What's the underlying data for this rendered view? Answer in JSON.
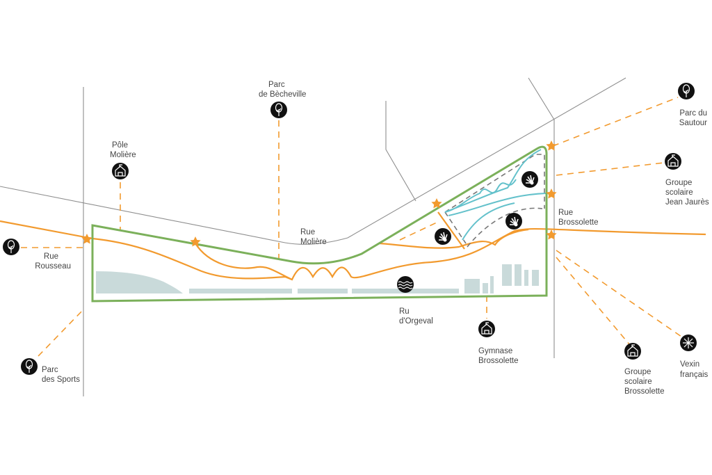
{
  "colors": {
    "orange": "#F29A2E",
    "green": "#7BB05A",
    "teal": "#63C1CB",
    "road": "#8e8e8e",
    "water_band": "#C9DADA"
  },
  "labels": {
    "parc_becheville": [
      "Parc",
      "de Bècheville"
    ],
    "pole_moliere": [
      "Pôle",
      "Molière"
    ],
    "parc_sautour": [
      "Parc du",
      "Sautour"
    ],
    "gs_jean_jaures": [
      "Groupe",
      "scolaire",
      "Jean Jaurès"
    ],
    "rue_brossolette": [
      "Rue",
      "Brossolette"
    ],
    "rue_rousseau": [
      "Rue",
      "Rousseau"
    ],
    "rue_moliere": [
      "Rue",
      "Molière"
    ],
    "ru_orgeval": [
      "Ru",
      "d'Orgeval"
    ],
    "gymnase_brossolette": [
      "Gymnase",
      "Brossolette"
    ],
    "gs_brossolette": [
      "Groupe",
      "scolaire",
      "Brossolette"
    ],
    "vexin": [
      "Vexin",
      "français"
    ],
    "parc_sports": [
      "Parc",
      "des Sports"
    ]
  },
  "icons": {
    "tree": "tree-icon",
    "school": "school-icon",
    "water": "water-icon",
    "sun": "sun-icon",
    "star": "star-icon",
    "vexin": "asterisk-icon"
  }
}
